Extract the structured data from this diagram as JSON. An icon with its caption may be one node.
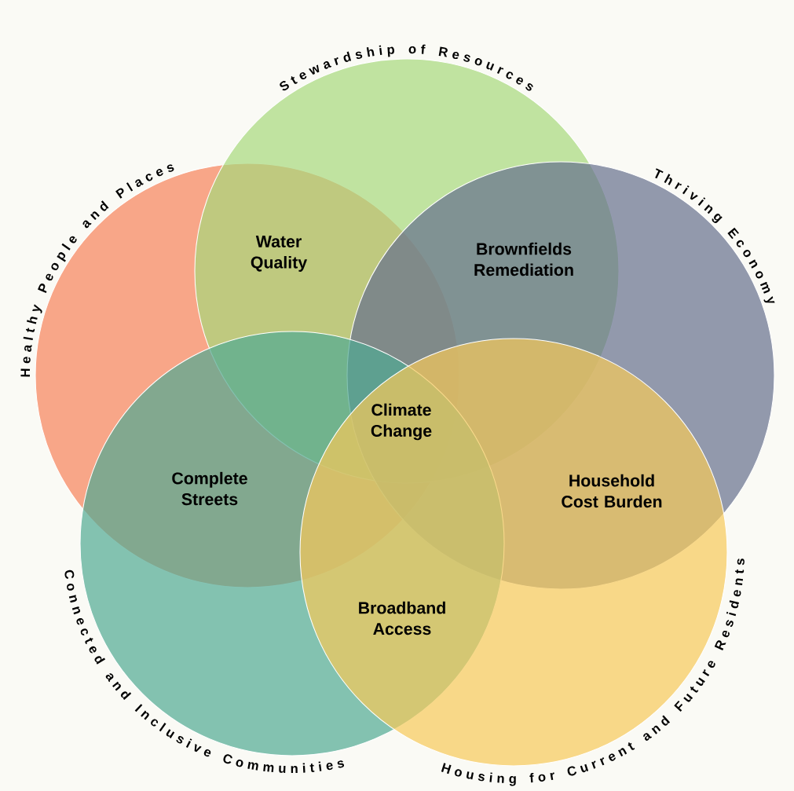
{
  "diagram": {
    "nodes": [
      {
        "text": [
          "Stewardship of Resources"
        ]
      },
      {
        "text": [
          "Healthy People and Places"
        ]
      },
      {
        "text": [
          "Thriving Economy"
        ]
      },
      {
        "text": [
          "Connected and Inclusive Communities"
        ]
      },
      {
        "text": [
          "Housing for Current and Future Residents"
        ]
      }
    ],
    "labels": [
      "Water Quality",
      "Brownfields Remediation",
      "Climate Change",
      "Complete Streets",
      "Household Cost Burden",
      "Broadband Access"
    ]
  }
}
